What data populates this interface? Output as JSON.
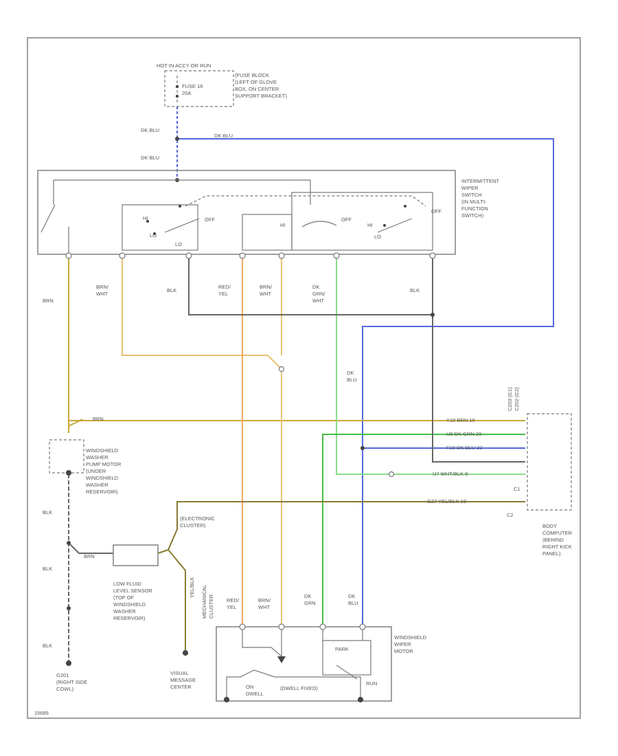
{
  "colors": {
    "frame": "#888888",
    "dk_blu": "#5566dd",
    "brn_wht": "#e8c070",
    "red_yel": "#f4a860",
    "dk_grn_wht": "#88dd88",
    "dk_grn": "#44bb44",
    "blk": "#666666",
    "brn": "#c8a838",
    "yel_blk": "#8a7a30"
  },
  "fuse_block": {
    "hot": "HOT IN ACCY OR RUN",
    "fuse": "FUSE 16\n20A",
    "location": "(FUSE BLOCK\n(LEFT OF GLOVE\nBOX, ON CENTER\nSUPPORT BRACKET)"
  },
  "wire_labels": {
    "dk_blu_1": "DK BLU",
    "dk_blu_2": "DK BLU",
    "dk_blu_3": "DK BLU",
    "brn_a": "BRN",
    "brn_wht_a": "BRN/\nWHT",
    "blk_a": "BLK",
    "red_yel_a": "RED/\nYEL",
    "brn_wht_b": "BRN/\nWHT",
    "dk_grn_wht_a": "DK\nGRN/\nWHT",
    "blk_b": "BLK",
    "dk_blu_4": "DK\nBLU",
    "brn_b": "BRN",
    "blk_c": "BLK",
    "blk_d": "BLK",
    "blk_e": "BLK",
    "brn_c": "BRN",
    "yel_blk_a": "YEL/BLK",
    "red_yel_b": "RED/\nYEL",
    "brn_wht_c": "BRN/\nWHT",
    "dk_grn_a": "DK\nGRN",
    "dk_blu_5": "DK\nBLU"
  },
  "switch": {
    "label": "INTERMITTENT\nWIPER\nSWITCH\n(IN MULTI-\nFUNCTION\nSWITCH)",
    "hi": "HI",
    "lo": "LO",
    "off": "OFF",
    "low_int": "LO",
    "hi2": "HI",
    "off2": "OFF",
    "hi3": "HI",
    "lo3": "LO",
    "off3": "OFF"
  },
  "body_computer": {
    "conn_top": "C203 (C1)\nC202 (C2)",
    "label": "BODY\nCOMPUTER\n(BEHIND\nRIGHT KICK\nPANEL)",
    "c1": "C1",
    "c2": "C2",
    "pins": [
      {
        "text": "Y10 BRN 10"
      },
      {
        "text": "U9 DK GRN 20"
      },
      {
        "text": "F10 DK BLU 22"
      },
      {
        "text": "U7 WHT/BLK 8"
      },
      {
        "text": "G27 YEL/BLK 19"
      }
    ]
  },
  "washer_pump": {
    "label": "WINDSHIELD\nWASHER\nPUMP MOTOR\n(UNDER\nWINDSHIELD\nWASHER\nRESERVOIR)"
  },
  "electronic_cluster": {
    "label": "(ELECTRONIC\nCLUSTER)"
  },
  "level_sensor": {
    "label": "LOW FLUID\nLEVEL SENSOR\n(TOP OF\nWINDSHIELD\nWASHER\nRESERVOIR)"
  },
  "ground": {
    "label": "G201\n(RIGHT SIDE\nCOWL)"
  },
  "visual_center": {
    "label": "VISUAL\nMESSAGE\nCENTER"
  },
  "mechanical_cluster": {
    "label": "MECHANICAL\nCLUSTER"
  },
  "wiper_motor": {
    "label": "WINDSHIELD\nWIPER\nMOTOR",
    "park": "PARK",
    "run": "RUN",
    "on_dwell": "ON\nDWELL",
    "dwell_fixed": "(DWELL FIXED)"
  },
  "figure_id": "15685"
}
